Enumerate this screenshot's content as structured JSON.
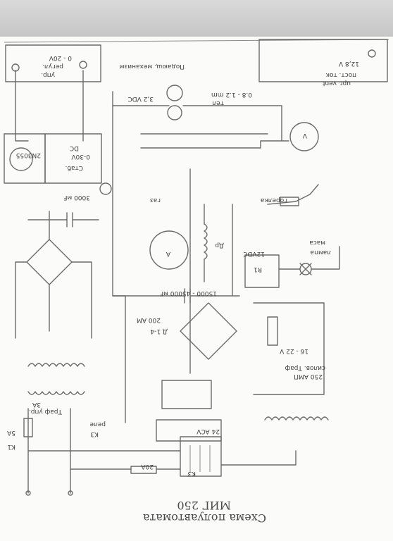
{
  "title_line1": "Схема полуавтомата",
  "title_line2": "МИГ 250",
  "labels": {
    "out_0_20v_a": "0 - 20V",
    "out_0_20v_b": "регул.",
    "out_0_20v_c": "упр.",
    "drive_label": "Подающ. механизм",
    "feed_motor_v": "3,2 VDC",
    "wire_size": "0.8 - 1.2 mm",
    "tip": "тел",
    "supply_12v": "12,8 V",
    "supply_note_a": "пост. ток",
    "supply_note_b": "upr. vent",
    "transistor": "2N3055",
    "dc_reg_a": "DC",
    "dc_reg_b": "0-30V",
    "dc_reg_c": "Стаб.",
    "cap_3000": "3000 мF",
    "voltmeter": "V",
    "ammeter": "A",
    "choke": "Др",
    "relay": "R1",
    "relay_v": "12VDC",
    "gas": "газ",
    "lamp_note": "лампа",
    "mass": "маса",
    "torch": "горелка",
    "cap_bank": "15000 - 45000 мF",
    "diode": "Д 1-4",
    "diode_a": "200 AM",
    "diode_b": "16 - 22 V",
    "trafo_a": "силов. Траф",
    "trafo_b": "250 AMП",
    "trafo_small": "Траф упр.",
    "fuse_3a": "3A",
    "fuse_5a": "5A",
    "k1": "K1",
    "k2_a": "реле",
    "k2_b": "K3",
    "ac24": "24 ACV",
    "k3": "K3",
    "fuse_20a": "20A"
  }
}
